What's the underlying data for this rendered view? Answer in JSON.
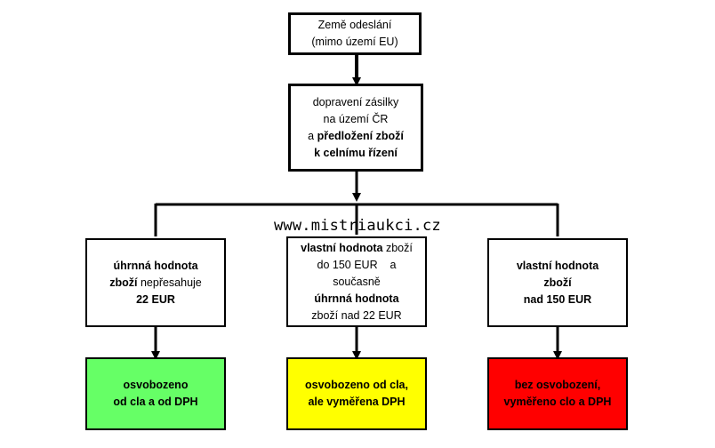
{
  "colors": {
    "green": "#66ff66",
    "yellow": "#ffff00",
    "red": "#ff0000"
  },
  "watermark": "www.mistriaukci.cz",
  "boxes": {
    "origin": {
      "lines": [
        [
          {
            "t": "Země odeslání",
            "b": false
          }
        ],
        [
          {
            "t": "(mimo území EU)",
            "b": false
          }
        ]
      ]
    },
    "transport": {
      "lines": [
        [
          {
            "t": "dopravení zásilky",
            "b": false
          }
        ],
        [
          {
            "t": "na území ČR",
            "b": false
          }
        ],
        [
          {
            "t": "a ",
            "b": false
          },
          {
            "t": "předložení zboží",
            "b": true
          }
        ],
        [
          {
            "t": "k celnímu řízení",
            "b": true
          }
        ]
      ]
    },
    "cond_left": {
      "lines": [
        [
          {
            "t": "úhrnná hodnota",
            "b": true
          }
        ],
        [
          {
            "t": "zboží",
            "b": true
          },
          {
            "t": " nepřesahuje",
            "b": false
          }
        ],
        [
          {
            "t": "22 EUR",
            "b": true
          }
        ]
      ]
    },
    "cond_middle": {
      "lines": [
        [
          {
            "t": "vlastní hodnota",
            "b": true
          },
          {
            "t": " zboží",
            "b": false
          }
        ],
        [
          {
            "t": "do 150 EUR    a",
            "b": false
          }
        ],
        [
          {
            "t": "současně",
            "b": false
          }
        ],
        [
          {
            "t": "úhrnná hodnota",
            "b": true
          }
        ],
        [
          {
            "t": "zboží nad 22 EUR",
            "b": false
          }
        ]
      ]
    },
    "cond_right": {
      "lines": [
        [
          {
            "t": "vlastní hodnota",
            "b": true
          }
        ],
        [
          {
            "t": "zboží",
            "b": true
          }
        ],
        [
          {
            "t": "nad 150 EUR",
            "b": true
          }
        ]
      ]
    },
    "result_left": {
      "lines": [
        [
          {
            "t": "osvobozeno",
            "b": true
          }
        ],
        [
          {
            "t": "od cla a od DPH",
            "b": true
          }
        ]
      ]
    },
    "result_middle": {
      "lines": [
        [
          {
            "t": "osvobozeno od cla,",
            "b": true
          }
        ],
        [
          {
            "t": "ale vyměřena DPH",
            "b": true
          }
        ]
      ]
    },
    "result_right": {
      "lines": [
        [
          {
            "t": "bez osvobození,",
            "b": true
          }
        ],
        [
          {
            "t": "vyměřeno clo a DPH",
            "b": true
          }
        ]
      ]
    }
  }
}
